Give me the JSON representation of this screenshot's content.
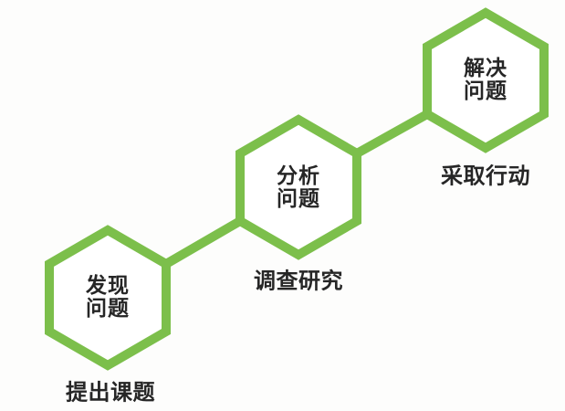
{
  "colors": {
    "accent": "#7cbf4b",
    "text": "#262626",
    "background": "#fdfdfc"
  },
  "diagram": {
    "steps": [
      {
        "hex_lines": [
          "发现",
          "问题"
        ],
        "caption": "提出课题"
      },
      {
        "hex_lines": [
          "分析",
          "问题"
        ],
        "caption": "调查研究"
      },
      {
        "hex_lines": [
          "解决",
          "问题"
        ],
        "caption": "采取行动"
      }
    ]
  }
}
